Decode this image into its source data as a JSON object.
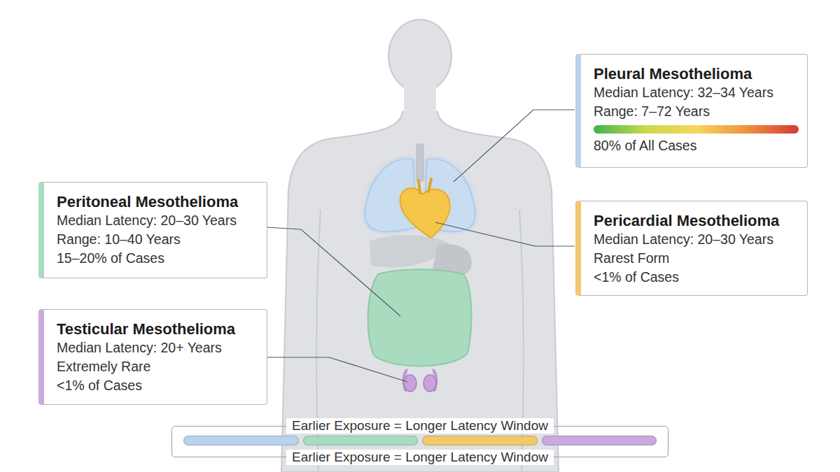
{
  "diagram": {
    "nodes": [
      {
        "text": [
          "Pleural Mesothelioma",
          "Median Latency: 32–34 Years",
          "Range: 7–72 Years",
          "80% of All Cases"
        ]
      },
      {
        "text": [
          "Peritoneal Mesothelioma",
          "Median Latency: 20–30 Years",
          "Range: 10–40 Years",
          "15–20% of Cases"
        ]
      },
      {
        "text": [
          "Pericardial Mesothelioma",
          "Median Latency: 20–30 Years",
          "Rarest Form",
          "<1% of Cases"
        ]
      },
      {
        "text": [
          "Testicular Mesothelioma",
          "Median Latency: 20+ Years",
          "Extremely Rare",
          "<1% of Cases"
        ]
      },
      {
        "text": [
          "Earlier Exposure = Longer Latency Window",
          "Earlier Exposure = Longer Latency Window"
        ]
      }
    ]
  }
}
